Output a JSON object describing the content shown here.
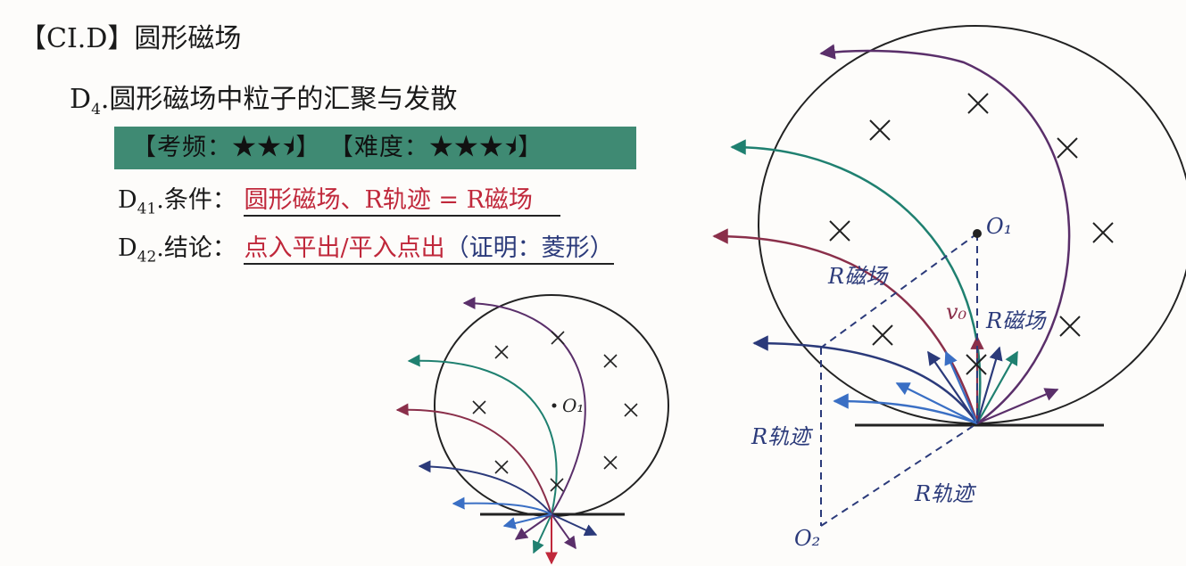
{
  "section_title": "【CI.D】圆形磁场",
  "subtitle": {
    "prefix": "D",
    "sub": "4",
    "text": ".圆形磁场中粒子的汇聚与发散"
  },
  "rating_band": {
    "freq_label": "【考频：",
    "freq_stars": "★★",
    "freq_half": "⯨",
    "close": "】",
    "diff_label": "【难度：",
    "diff_stars": "★★★",
    "diff_half": "⯨"
  },
  "conditions": {
    "prefix": "D",
    "sub": "41",
    "label": ".条件：",
    "value": "圆形磁场、R轨迹 = R磁场"
  },
  "conclusion": {
    "prefix": "D",
    "sub": "42",
    "label": ".结论：",
    "value": "点入平出/平入点出",
    "note": "（证明：菱形）"
  },
  "diagram_labels": {
    "o1": "O₁",
    "o1_small": "O₁",
    "o2": "O₂",
    "r_field": "R磁场",
    "r_field2": "R磁场",
    "v0": "v₀",
    "r_track": "R轨迹",
    "r_track2": "R轨迹"
  },
  "colors": {
    "band": "#3f8a73",
    "red": "#c0283b",
    "teal": "#1f8070",
    "purple": "#5a2f6a",
    "navy": "#2b3a7a",
    "maroon": "#8a2f4a",
    "blue": "#3a6fc4"
  }
}
